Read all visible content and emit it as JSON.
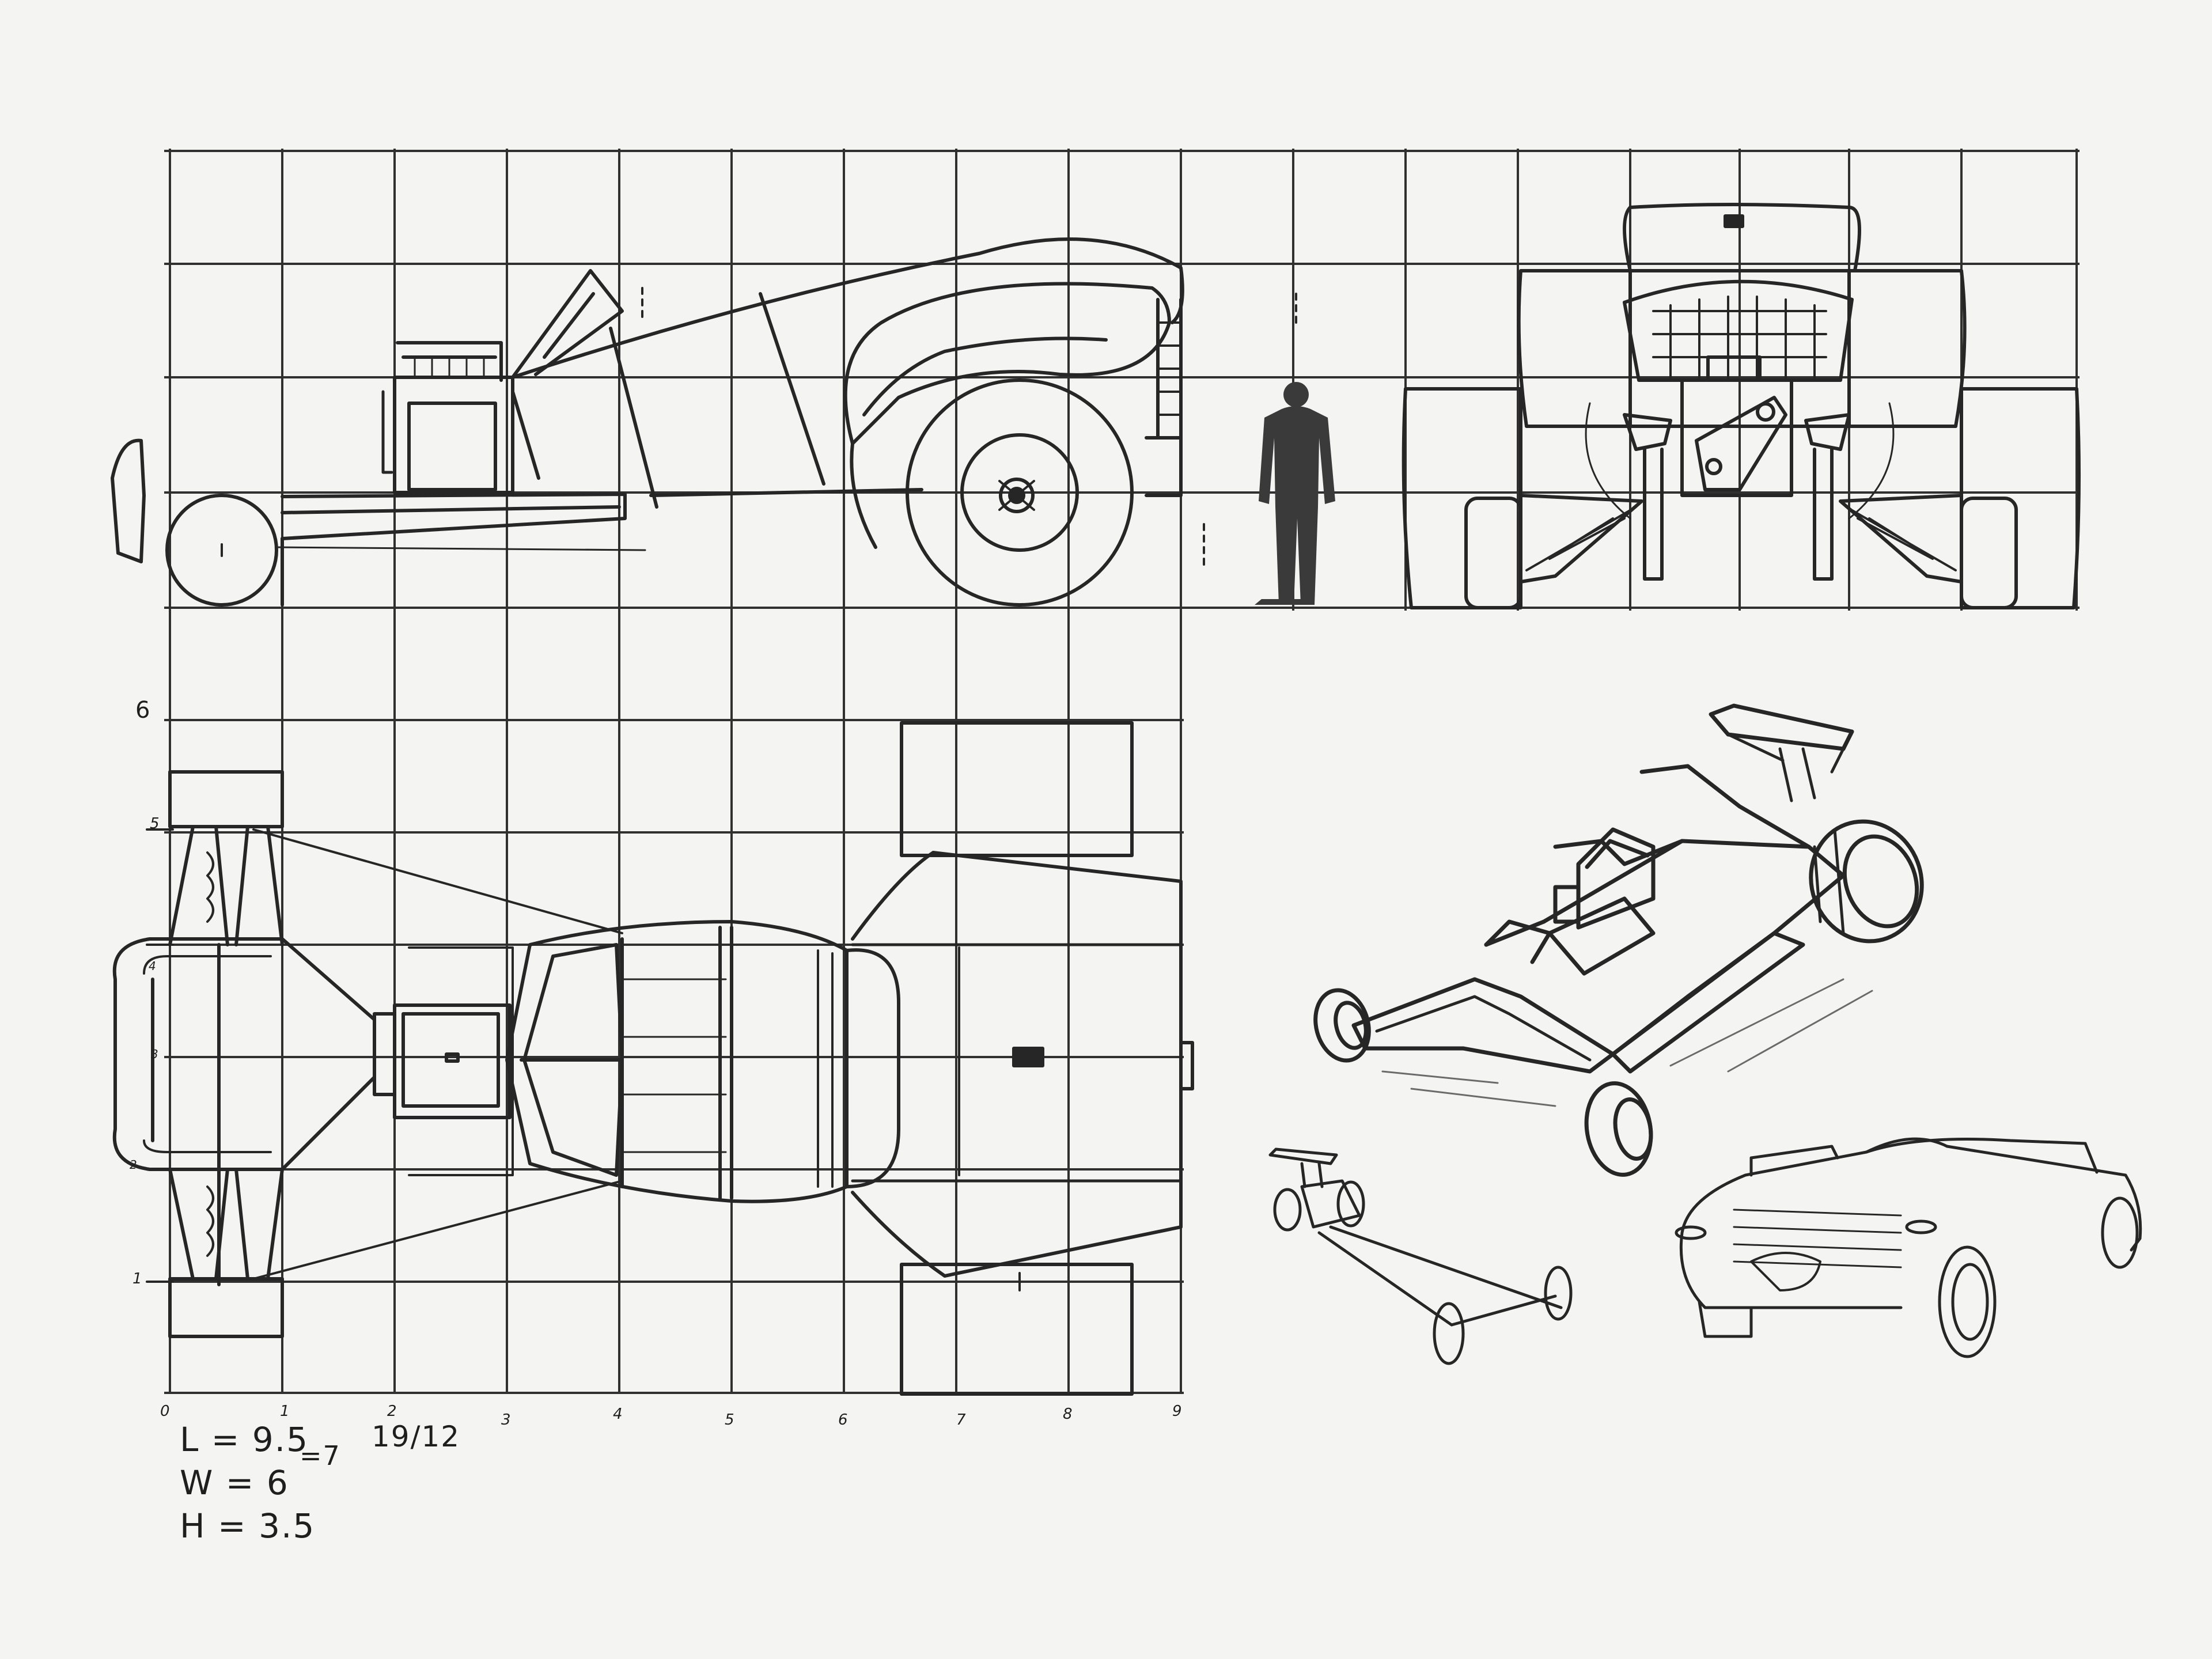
{
  "page": {
    "colors": {
      "paper": "#f4f4f3",
      "graphite": "#262626",
      "silhouette": "#3a3a3a"
    }
  },
  "scale": {
    "x_ticks": [
      "0",
      "1",
      "2",
      "3",
      "4",
      "5",
      "6",
      "7",
      "8",
      "9"
    ],
    "y_ticks": [
      "6",
      "5",
      "4",
      "3",
      "2",
      "1"
    ]
  },
  "notes": {
    "length": "L = 9.5",
    "length_alt": "=7",
    "width": "W = 6",
    "height": "H = 3.5",
    "date": "19/12"
  },
  "views": [
    {
      "id": "side-view",
      "figure": "side elevation with rear wheel, cockpit, wing and human silhouette"
    },
    {
      "id": "rear-view",
      "figure": "rear elevation with exposed engine and rear wing"
    },
    {
      "id": "top-view",
      "figure": "plan view with front wing, cockpit and rear tires"
    },
    {
      "id": "perspective-sketch",
      "figure": "3/4 perspective of dragster"
    },
    {
      "id": "thumbnail-dragster",
      "figure": "small dragster thumbnail"
    },
    {
      "id": "thumbnail-classic-car",
      "figure": "small classic car thumbnail"
    }
  ]
}
